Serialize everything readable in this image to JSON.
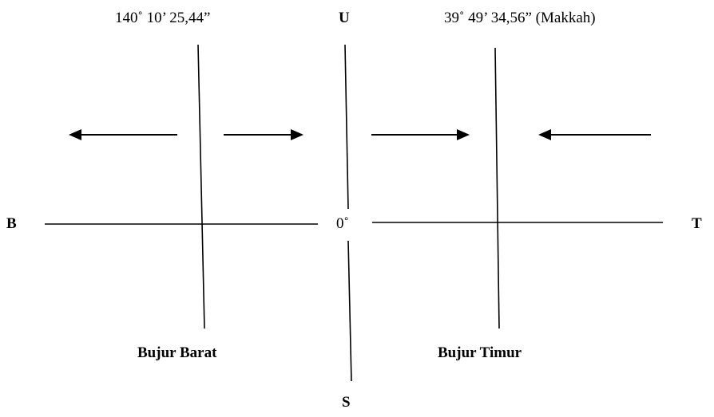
{
  "labels": {
    "west_coordinate": "140˚ 10’ 25,44”",
    "east_coordinate": "39˚ 49’ 34,56” (Makkah)",
    "north": "U",
    "south": "S",
    "west": "B",
    "east": "T",
    "origin": "0˚",
    "west_longitude": "Bujur Barat",
    "east_longitude": "Bujur Timur"
  },
  "colors": {
    "ink": "#000000",
    "background": "#ffffff"
  }
}
